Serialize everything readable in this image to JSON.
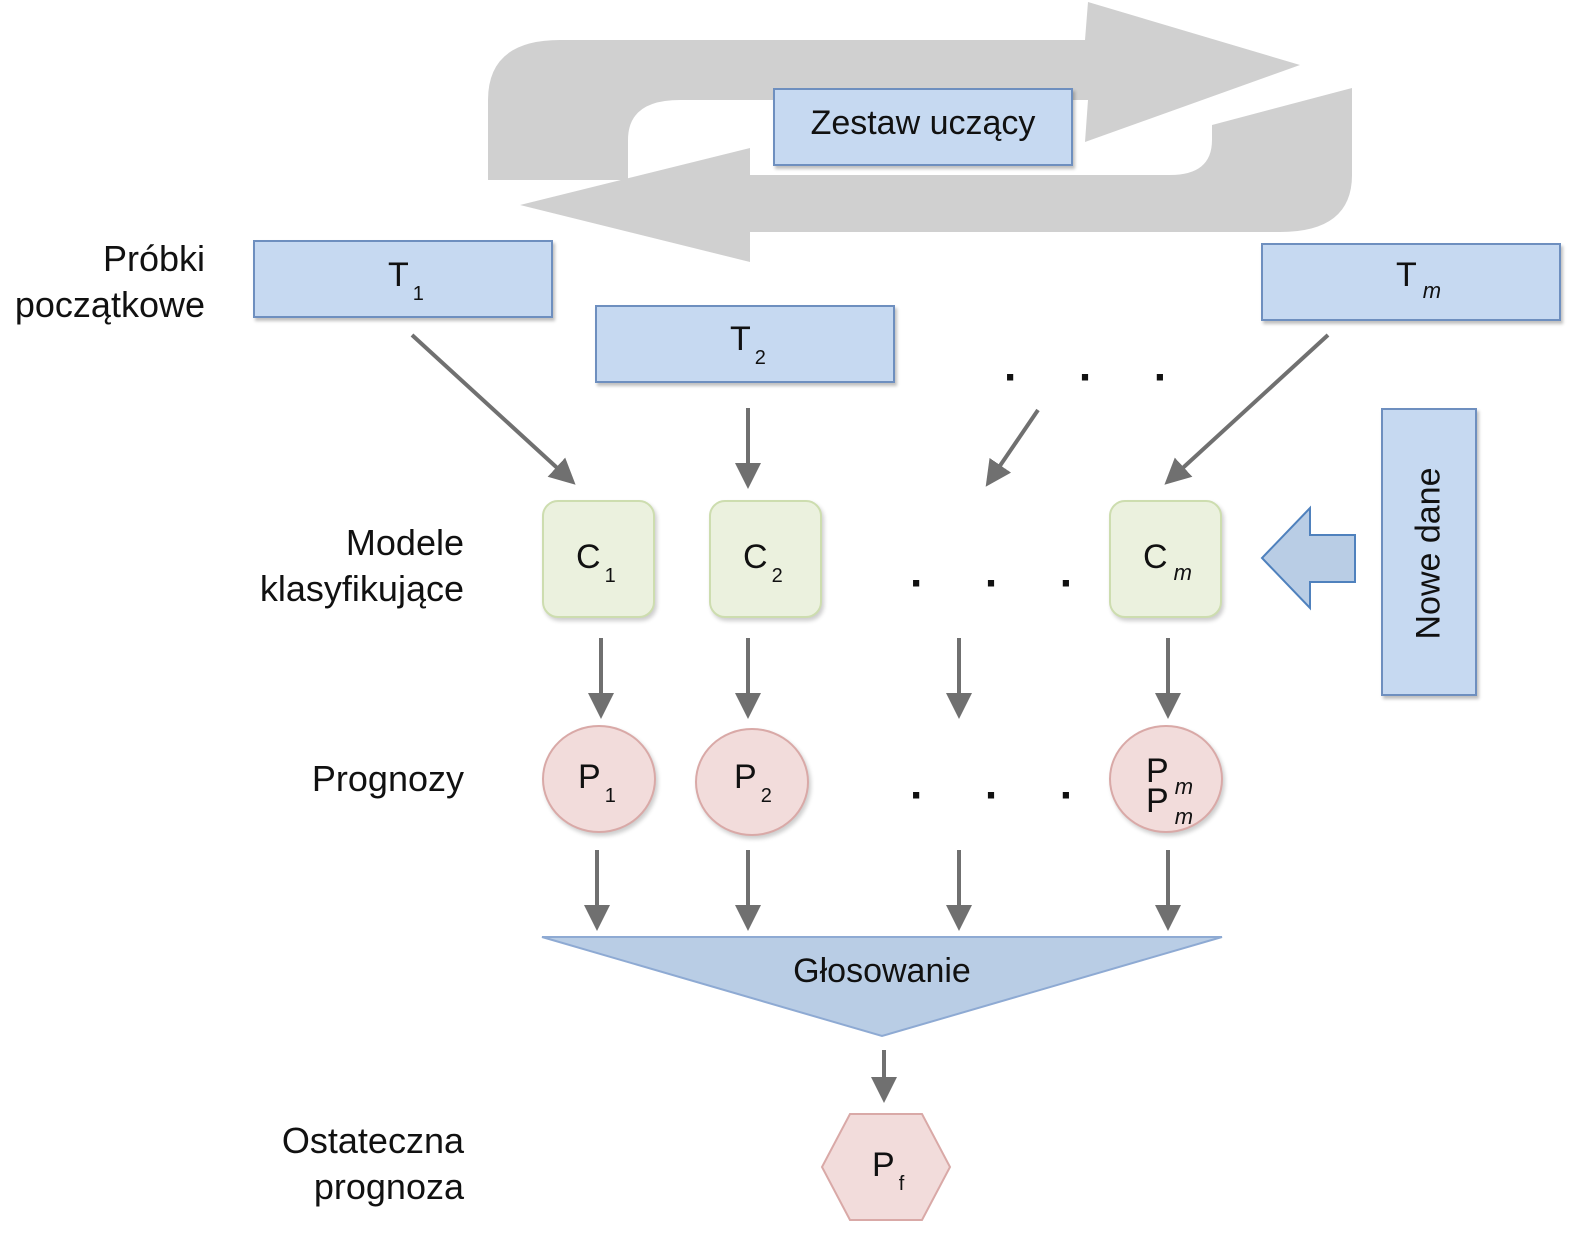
{
  "training_set": {
    "label": "Zestaw uczący"
  },
  "row_labels": {
    "samples": [
      "Próbki",
      "początkowe"
    ],
    "models": [
      "Modele",
      "klasyfikujące"
    ],
    "predictions": [
      "Prognozy"
    ],
    "final": [
      "Ostateczna",
      "prognoza"
    ]
  },
  "samples": [
    {
      "main": "T",
      "sub": "1"
    },
    {
      "main": "T",
      "sub": "2"
    },
    {
      "main": "T",
      "sub": "m"
    }
  ],
  "classifiers": [
    {
      "main": "C",
      "sub": "1"
    },
    {
      "main": "C",
      "sub": "2"
    },
    {
      "main": "C",
      "sub": "m"
    }
  ],
  "predictions": [
    {
      "main": "P",
      "sub": "1"
    },
    {
      "main": "P",
      "sub": "2"
    },
    {
      "main": "P",
      "sub": "m"
    }
  ],
  "overlap_duplicate": {
    "main": "P",
    "sub": "m"
  },
  "ellipsis": "· · ·",
  "new_data": {
    "label": "Nowe dane"
  },
  "voting": {
    "label": "Głosowanie"
  },
  "final_prediction": {
    "main": "P",
    "sub": "f"
  },
  "colors": {
    "box_fill": "#c6d9f1",
    "classifier_fill": "#ebf1de",
    "prediction_fill": "#f2dcdb",
    "cycle_arrow": "#d0d0d0",
    "arrow": "#707070"
  }
}
